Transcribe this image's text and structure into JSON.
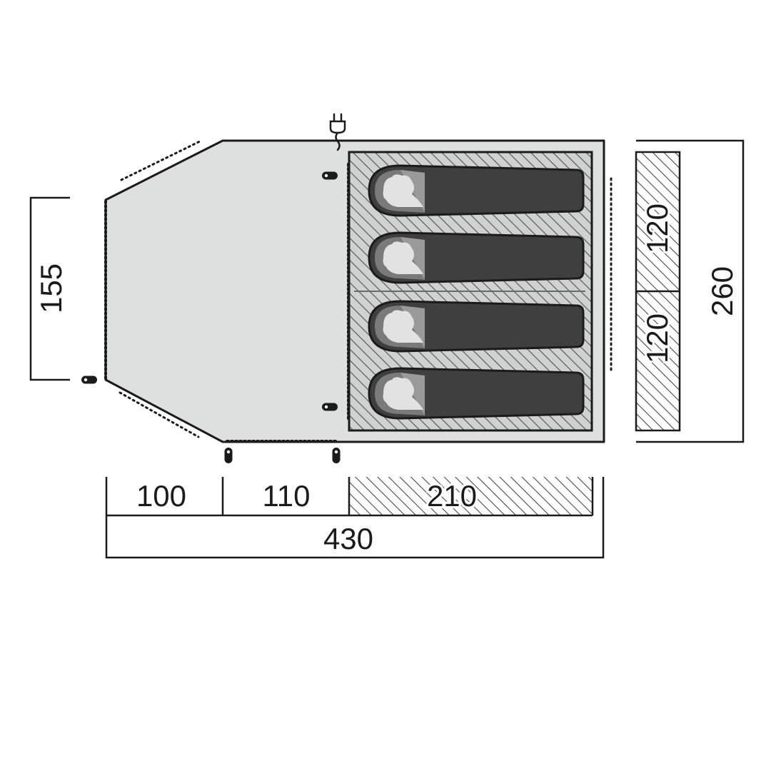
{
  "dimensions": {
    "vestibule_side_height": "155",
    "vestibule_front_depth": "100",
    "living_area_depth": "110",
    "bedroom_depth": "210",
    "total_length": "430",
    "bedroom_width_top": "120",
    "bedroom_width_bottom": "120",
    "total_width": "260"
  },
  "icons": {
    "power_hookup": "power-plug-icon",
    "pegs": "tent-peg-icon",
    "sleepers": "sleeping-bag-icon"
  },
  "colors": {
    "floor_fill": "#dedfdf",
    "bedroom_fill": "#d0d1d1",
    "sleeping_bag": "#3f3f3f",
    "hood": "#7a7a7a",
    "line": "#1b1b1b"
  }
}
